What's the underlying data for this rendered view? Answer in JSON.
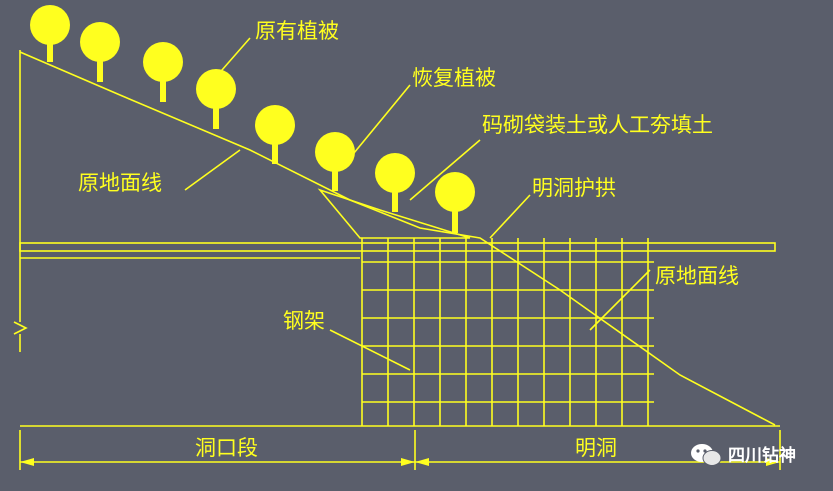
{
  "labels": {
    "original_vegetation": "原有植被",
    "restored_vegetation": "恢复植被",
    "sandbag_fill": "码砌袋装土或人工夯填土",
    "original_ground_line_left": "原地面线",
    "open_cut_arch": "明洞护拱",
    "original_ground_line_right": "原地面线",
    "steel_frame": "钢架",
    "portal_section": "洞口段",
    "open_cut_tunnel": "明洞"
  },
  "watermark": {
    "text": "四川钻神",
    "icon": "wechat-icon"
  },
  "colors": {
    "background": "#5a5e6b",
    "line": "#ffff1f"
  }
}
